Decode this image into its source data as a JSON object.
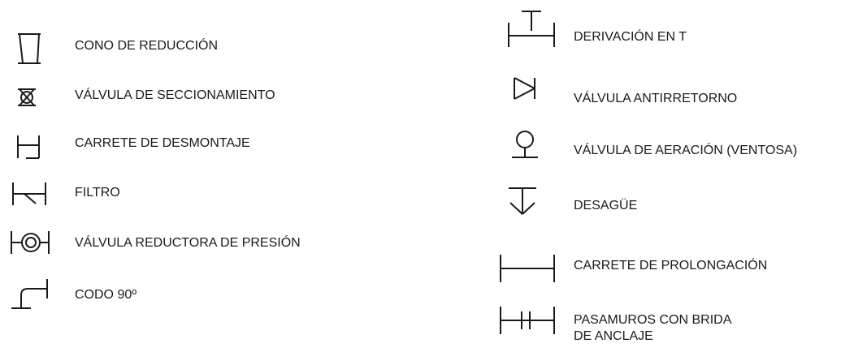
{
  "legend": {
    "left": [
      {
        "icon": "reducer-cone-icon",
        "label": "CONO DE REDUCCIÓN"
      },
      {
        "icon": "gate-valve-icon",
        "label": "VÁLVULA DE SECCIONAMIENTO"
      },
      {
        "icon": "dismantling-joint-icon",
        "label": "CARRETE DE DESMONTAJE"
      },
      {
        "icon": "filter-icon",
        "label": "FILTRO"
      },
      {
        "icon": "pressure-reducing-valve-icon",
        "label": "VÁLVULA REDUCTORA DE PRESIÓN"
      },
      {
        "icon": "elbow-90-icon",
        "label": "CODO 90º"
      }
    ],
    "right": [
      {
        "icon": "tee-branch-icon",
        "label": "DERIVACIÓN EN T"
      },
      {
        "icon": "check-valve-icon",
        "label": "VÁLVULA ANTIRRETORNO"
      },
      {
        "icon": "air-valve-icon",
        "label": "VÁLVULA DE AERACIÓN (VENTOSA)"
      },
      {
        "icon": "drain-icon",
        "label": "DESAGÜE"
      },
      {
        "icon": "extension-spool-icon",
        "label": "CARRETE DE PROLONGACIÓN"
      },
      {
        "icon": "wall-sleeve-icon",
        "label_line1": "PASAMUROS CON BRIDA",
        "label_line2": "DE ANCLAJE"
      }
    ]
  }
}
